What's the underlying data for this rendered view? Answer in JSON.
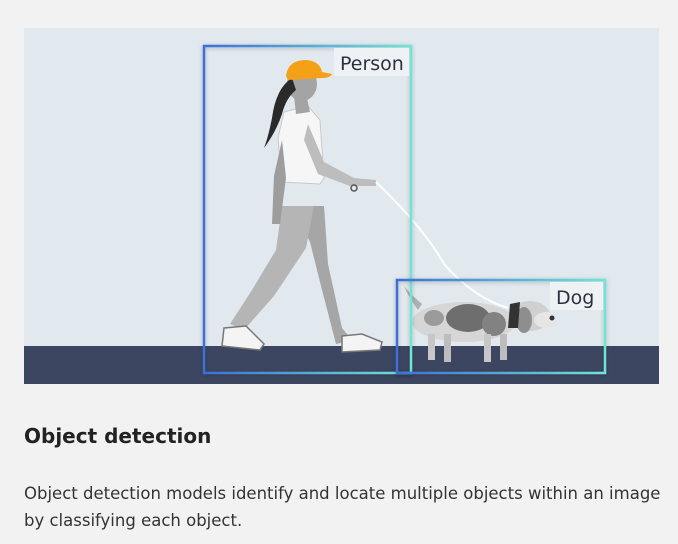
{
  "illustration": {
    "boxes": [
      {
        "label": "Person"
      },
      {
        "label": "Dog"
      }
    ],
    "colors": {
      "sky": "#e1e9ef",
      "ground": "#3d4660",
      "box_start": "#3d6fd8",
      "box_end": "#6fe5d6"
    }
  },
  "content": {
    "title": "Object detection",
    "description": "Object detection models identify and locate multiple objects within an image by classifying each object."
  }
}
